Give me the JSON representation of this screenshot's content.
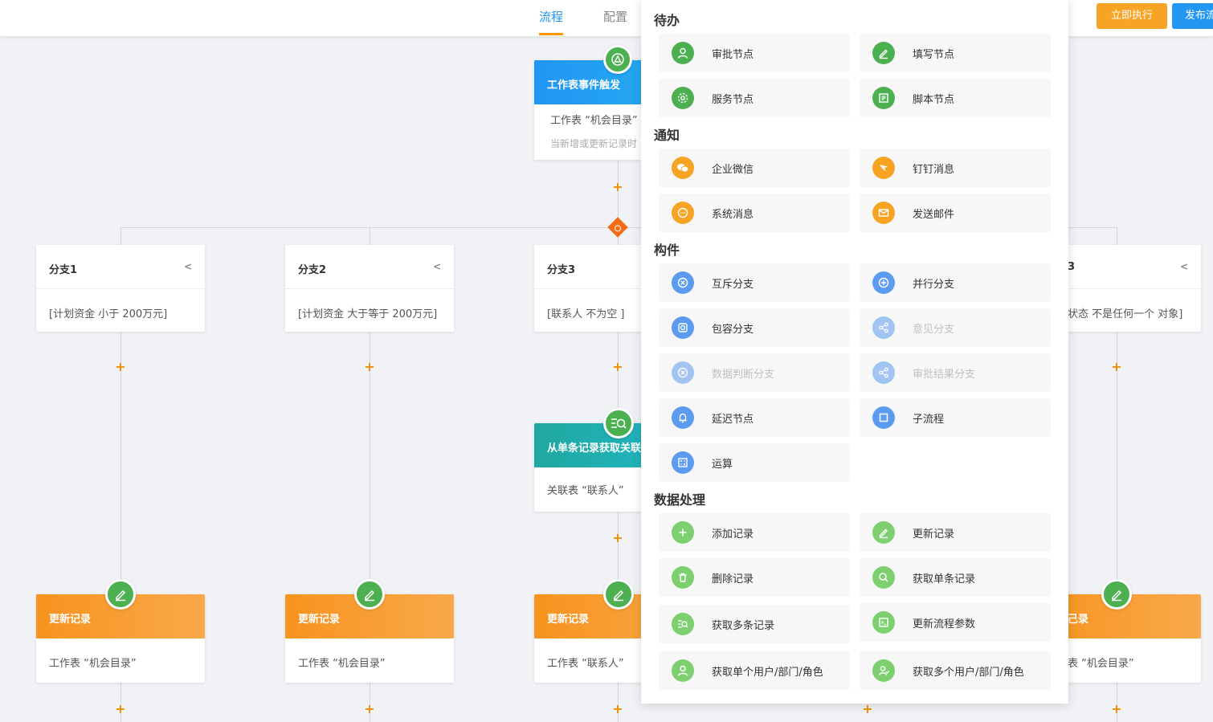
{
  "header": {
    "tabs": [
      {
        "label": "流程",
        "active": true
      },
      {
        "label": "配置",
        "active": false
      }
    ],
    "run_button": "立即执行",
    "publish_button": "发布流"
  },
  "trigger": {
    "title": "工作表事件触发",
    "sheet": "工作表 “机会目录”",
    "desc": "当新增或更新记录时"
  },
  "branches": [
    {
      "title": "分支1",
      "condition": "[计划资金 小于 200万元]"
    },
    {
      "title": "分支2",
      "condition": "[计划资金 大于等于 200万元]"
    },
    {
      "title": "分支3",
      "condition": "[联系人 不为空 ]"
    },
    {
      "title": "3",
      "condition": "状态 不是任何一个 对象]"
    }
  ],
  "fetch_node": {
    "title": "从单条记录获取关联",
    "body": "关联表 “联系人”"
  },
  "update_nodes": [
    {
      "title": "更新记录",
      "body": "工作表 “机会目录”"
    },
    {
      "title": "更新记录",
      "body": "工作表 “机会目录”"
    },
    {
      "title": "更新记录",
      "body": "工作表 “联系人”"
    },
    {
      "title": "己录",
      "body": "表 “机会目录”"
    }
  ],
  "panel": {
    "sections": [
      {
        "title": "待办",
        "items": [
          {
            "label": "审批节点",
            "icon": "user-icon",
            "color": "green"
          },
          {
            "label": "填写节点",
            "icon": "pencil-icon",
            "color": "green"
          },
          {
            "label": "服务节点",
            "icon": "gear-icon",
            "color": "green"
          },
          {
            "label": "脚本节点",
            "icon": "script-icon",
            "color": "green"
          }
        ]
      },
      {
        "title": "通知",
        "items": [
          {
            "label": "企业微信",
            "icon": "wechat-icon",
            "color": "orange"
          },
          {
            "label": "钉钉消息",
            "icon": "dingtalk-icon",
            "color": "orange"
          },
          {
            "label": "系统消息",
            "icon": "message-icon",
            "color": "orange"
          },
          {
            "label": "发送邮件",
            "icon": "mail-icon",
            "color": "orange"
          }
        ]
      },
      {
        "title": "构件",
        "items": [
          {
            "label": "互斥分支",
            "icon": "exclusive-branch-icon",
            "color": "blue"
          },
          {
            "label": "并行分支",
            "icon": "parallel-branch-icon",
            "color": "blue"
          },
          {
            "label": "包容分支",
            "icon": "inclusive-branch-icon",
            "color": "blue"
          },
          {
            "label": "意见分支",
            "icon": "share-icon",
            "color": "blue",
            "disabled": true
          },
          {
            "label": "数据判断分支",
            "icon": "exclusive-branch-icon",
            "color": "blue",
            "disabled": true
          },
          {
            "label": "审批结果分支",
            "icon": "share-icon",
            "color": "blue",
            "disabled": true
          },
          {
            "label": "延迟节点",
            "icon": "bell-icon",
            "color": "blue"
          },
          {
            "label": "子流程",
            "icon": "square-icon",
            "color": "blue"
          },
          {
            "label": "运算",
            "icon": "calculator-icon",
            "color": "blue"
          }
        ]
      },
      {
        "title": "数据处理",
        "items": [
          {
            "label": "添加记录",
            "icon": "plus-icon",
            "color": "lgreen"
          },
          {
            "label": "更新记录",
            "icon": "pencil-icon",
            "color": "lgreen"
          },
          {
            "label": "删除记录",
            "icon": "trash-icon",
            "color": "lgreen"
          },
          {
            "label": "获取单条记录",
            "icon": "search-icon",
            "color": "lgreen"
          },
          {
            "label": "获取多条记录",
            "icon": "list-search-icon",
            "color": "lgreen"
          },
          {
            "label": "更新流程参数",
            "icon": "terminal-icon",
            "color": "lgreen"
          },
          {
            "label": "获取单个用户/部门/角色",
            "icon": "user-icon",
            "color": "lgreen"
          },
          {
            "label": "获取多个用户/部门/角色",
            "icon": "users-icon",
            "color": "lgreen"
          }
        ]
      }
    ]
  }
}
